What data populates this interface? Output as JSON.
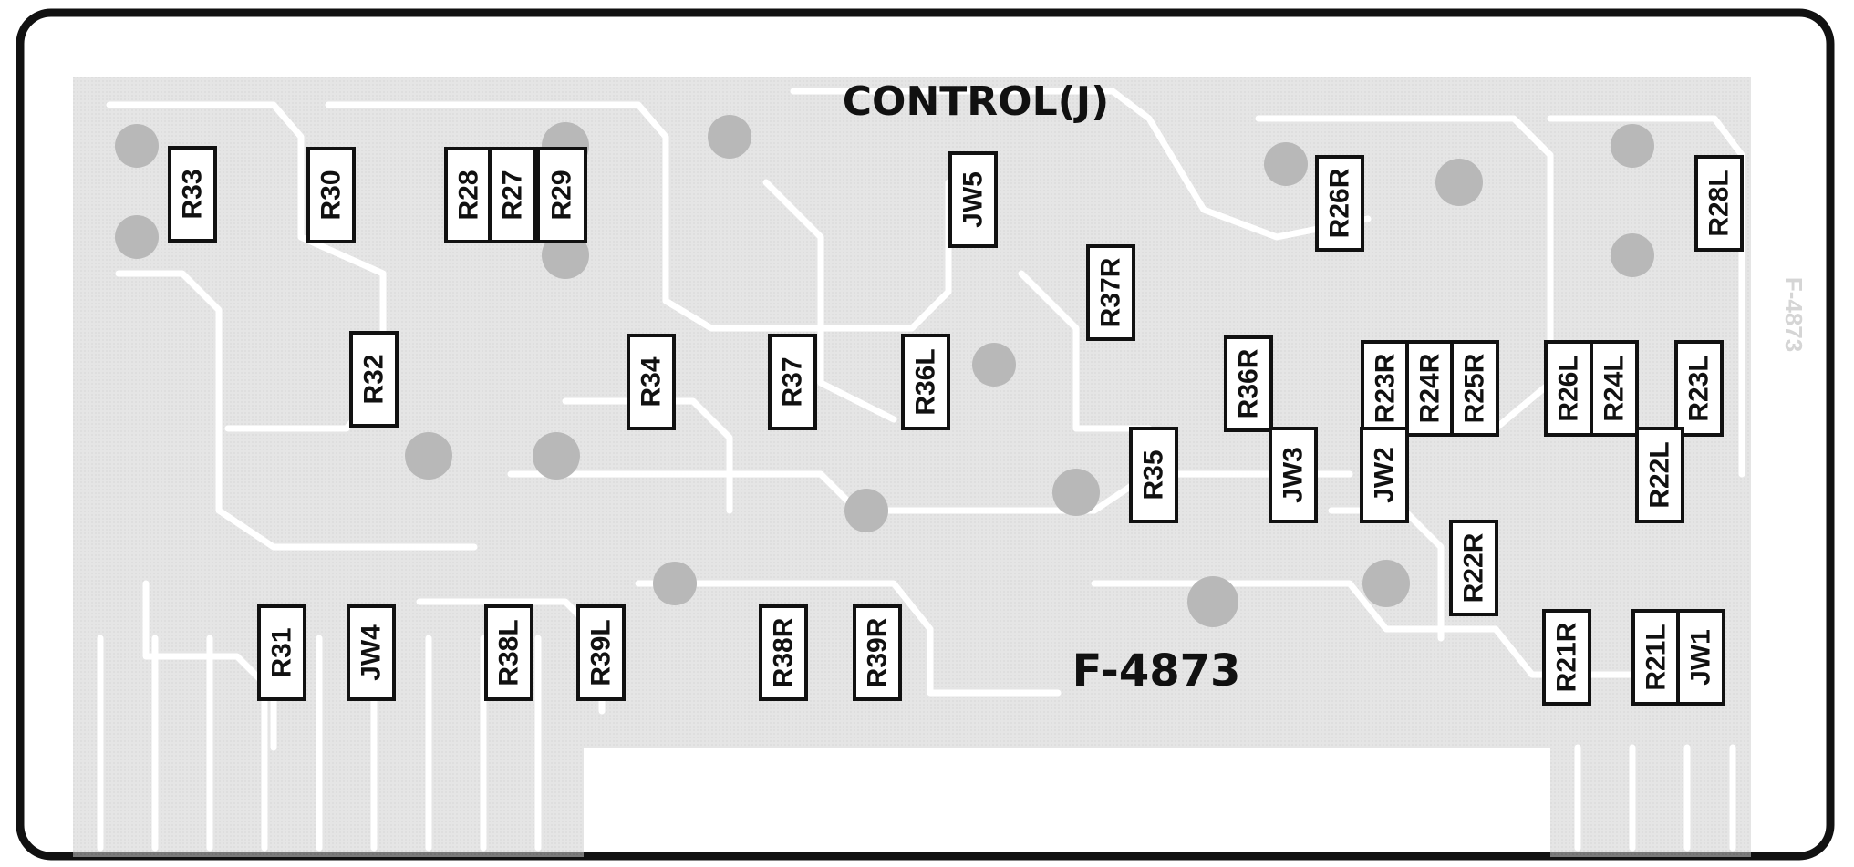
{
  "board": {
    "title": "CONTROL(J)",
    "part_number": "F-4873",
    "edge_marking": "F-4873"
  },
  "colors": {
    "trace": "#c9c9c9",
    "background": "#ffffff",
    "outline": "#111111",
    "label_box": "#ffffff",
    "label_text": "#111111"
  },
  "components": [
    "R33",
    "R30",
    "R28",
    "R27",
    "R29",
    "JW5",
    "R26R",
    "R28L",
    "R37R",
    "R32",
    "R34",
    "R37",
    "R36L",
    "R36R",
    "R23R",
    "R24R",
    "R25R",
    "R26L",
    "R24L",
    "R23L",
    "R35",
    "JW3",
    "JW2",
    "R22L",
    "R22R",
    "R31",
    "JW4",
    "R38L",
    "R39L",
    "R38R",
    "R39R",
    "R21R",
    "R21L",
    "JW1"
  ]
}
